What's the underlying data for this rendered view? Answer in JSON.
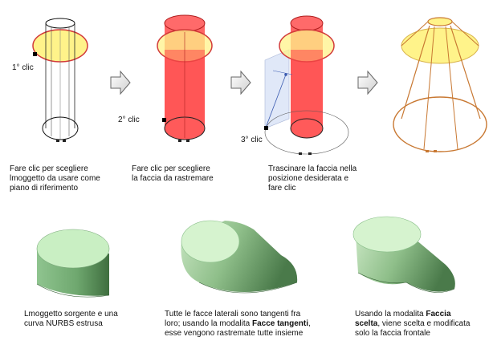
{
  "clicks": {
    "first": "1° clic",
    "second": "2° clic",
    "third": "3° clic"
  },
  "top_captions": [
    {
      "lines": [
        "Fare clic per scegliere",
        "lmoggetto da usare come",
        "piano di riferimento"
      ]
    },
    {
      "lines": [
        "Fare clic per scegliere",
        "la faccia da rastremare"
      ]
    },
    {
      "lines": [
        "Trascinare la faccia nella",
        "posizione desiderata e",
        "fare clic"
      ]
    }
  ],
  "bottom_captions": {
    "c1": {
      "l1": "Lmoggetto sorgente e una",
      "l2": "curva NURBS estrusa"
    },
    "c2": {
      "l1": "Tutte le facce laterali sono tangenti fra",
      "l2a": "loro; usando la modalita ",
      "l2b": "Facce tangenti",
      "l2c": ",",
      "l3": "esse vengono rastremate tutte insieme"
    },
    "c3": {
      "l1a": "Usando la modalita ",
      "l1b": "Faccia",
      "l2a": "scelta",
      "l2b": ", viene scelta e modificata",
      "l3": "solo la faccia frontale"
    }
  },
  "colors": {
    "highlight_red": "#ff4a4a",
    "plane_yellow": "#fff38a",
    "outline_orange": "#c87832",
    "solid_green": "#8fc48f"
  }
}
